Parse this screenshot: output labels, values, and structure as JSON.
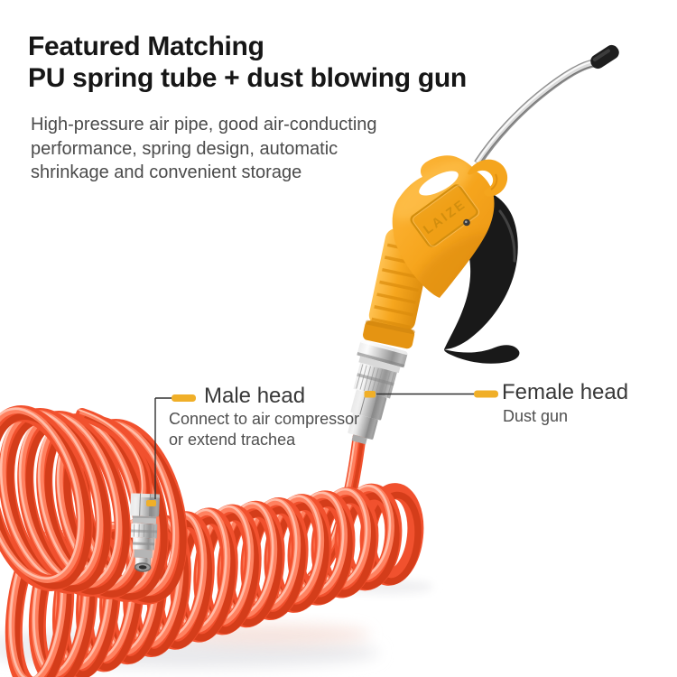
{
  "page": {
    "background": "#FFFFFF"
  },
  "header": {
    "title_line1": "Featured Matching",
    "title_line2": "PU spring tube + dust blowing gun",
    "description_lines": [
      "High-pressure air pipe, good air-conducting",
      "performance, spring design, automatic",
      "shrinkage and convenient storage"
    ]
  },
  "callouts": {
    "male": {
      "label": "Male head",
      "description_lines": [
        "Connect to air compressor",
        "or extend trachea"
      ]
    },
    "female": {
      "label": "Female head",
      "description": "Dust gun"
    }
  },
  "product": {
    "brand": "LAIZE"
  },
  "colors": {
    "hose_red": "#F1512E",
    "hose_highlight": "#FF8463",
    "hose_shadow": "#C5330F",
    "gun_orange": "#F6A61E",
    "trigger_black": "#191919",
    "chrome_silver": "#C9C9C9",
    "callout_amber": "#F0AF28",
    "title_text": "#161616",
    "body_text": "#4B4B4B"
  }
}
